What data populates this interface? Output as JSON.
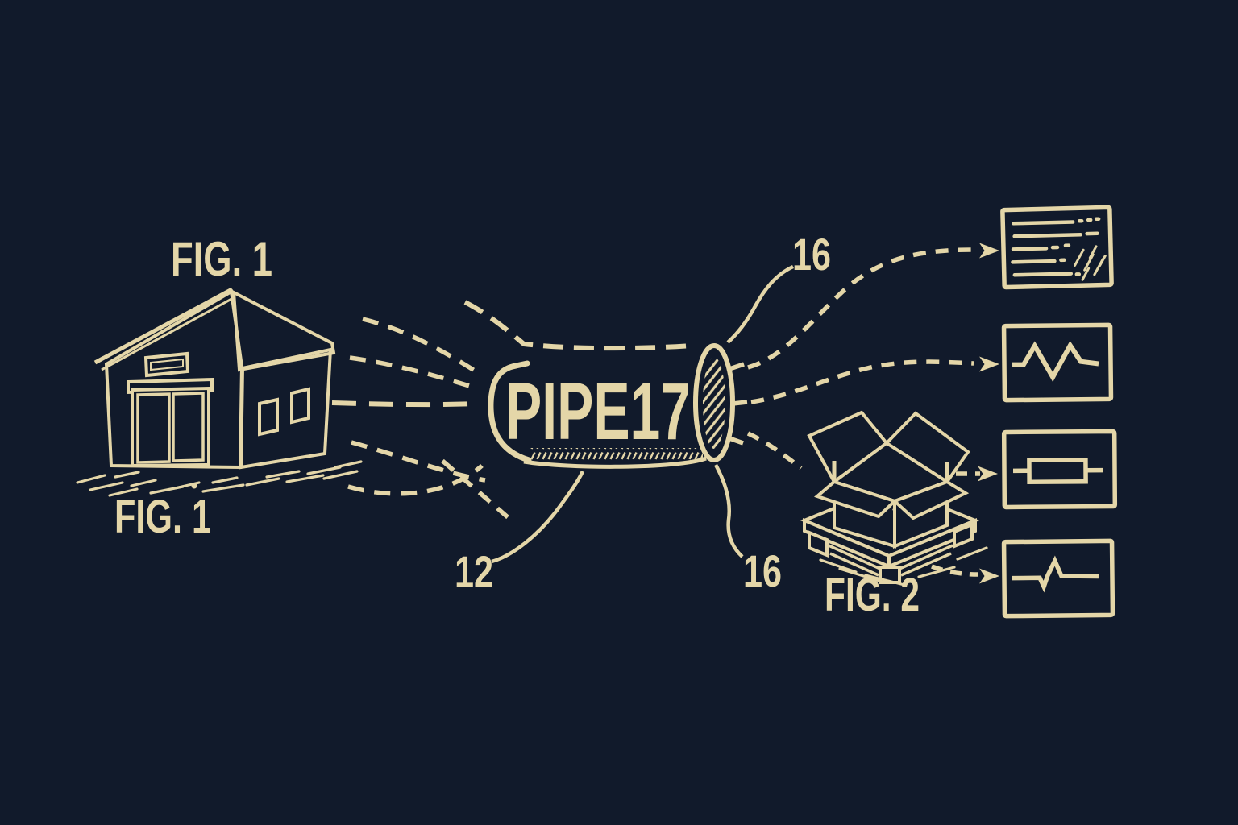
{
  "labels": {
    "fig1_top": "FIG. 1",
    "fig1_bottom": "FIG. 1",
    "fig2": "FIG. 2",
    "pipe": "PIPE17",
    "ref_pipe_body": "12",
    "ref_output_top": "16",
    "ref_output_bottom": "16"
  },
  "icons": {
    "source": "warehouse-icon",
    "package": "open-box-on-pallet-icon",
    "panel_1": "document-lines-icon",
    "panel_2": "zigzag-waveform-icon",
    "panel_3": "resistor-icon",
    "panel_4": "pulse-waveform-icon",
    "connector": "dashed-arrow-icon"
  },
  "colors": {
    "background": "#111a2b",
    "ink": "#e4d6a8"
  }
}
